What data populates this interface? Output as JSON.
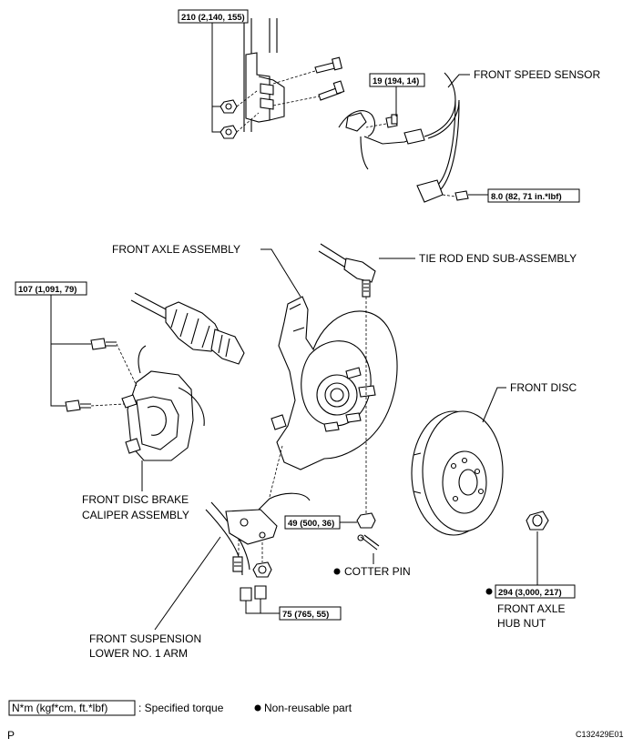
{
  "torque_labels": {
    "t_bracket": "210 (2,140, 155)",
    "t_sensor_bolt": "19 (194, 14)",
    "t_sensor_clip": "8.0 (82, 71 in.*lbf)",
    "t_caliper": "107 (1,091, 79)",
    "t_tierod_nut": "49 (500, 36)",
    "t_lower_arm": "75 (765, 55)",
    "t_hub_nut": "294 (3,000, 217)"
  },
  "part_labels": {
    "front_speed_sensor": "FRONT SPEED SENSOR",
    "front_axle_assembly": "FRONT AXLE ASSEMBLY",
    "tie_rod_end": "TIE ROD END SUB-ASSEMBLY",
    "front_disc": "FRONT DISC",
    "caliper_line1": "FRONT DISC BRAKE",
    "caliper_line2": "CALIPER ASSEMBLY",
    "cotter_pin": "COTTER PIN",
    "hub_nut_line1": "FRONT AXLE",
    "hub_nut_line2": "HUB NUT",
    "lower_arm_line1": "FRONT SUSPENSION",
    "lower_arm_line2": "LOWER NO. 1 ARM"
  },
  "legend": {
    "unit_box": "N*m (kgf*cm, ft.*lbf)",
    "unit_text": ": Specified torque",
    "nonreusable_text": "Non-reusable part"
  },
  "footer": {
    "page_letter": "P",
    "figure_code": "C132429E01"
  },
  "icons": {
    "bullet": "non-reusable-bullet-icon"
  }
}
